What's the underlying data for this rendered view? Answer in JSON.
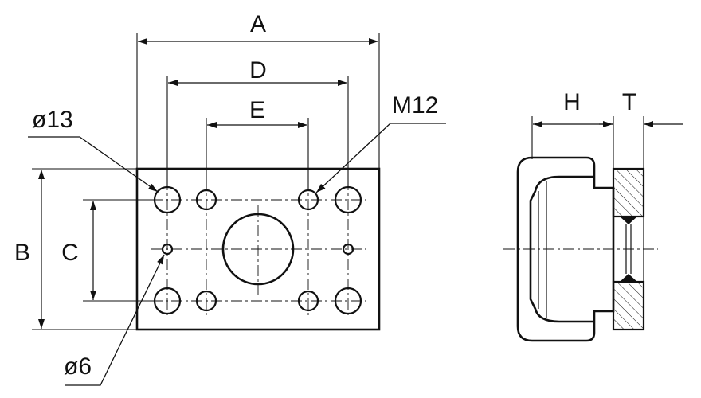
{
  "labels": {
    "A": "A",
    "D": "D",
    "E": "E",
    "B": "B",
    "C": "C",
    "d13": "ø13",
    "m12": "M12",
    "d6": "ø6",
    "H": "H",
    "T": "T"
  }
}
